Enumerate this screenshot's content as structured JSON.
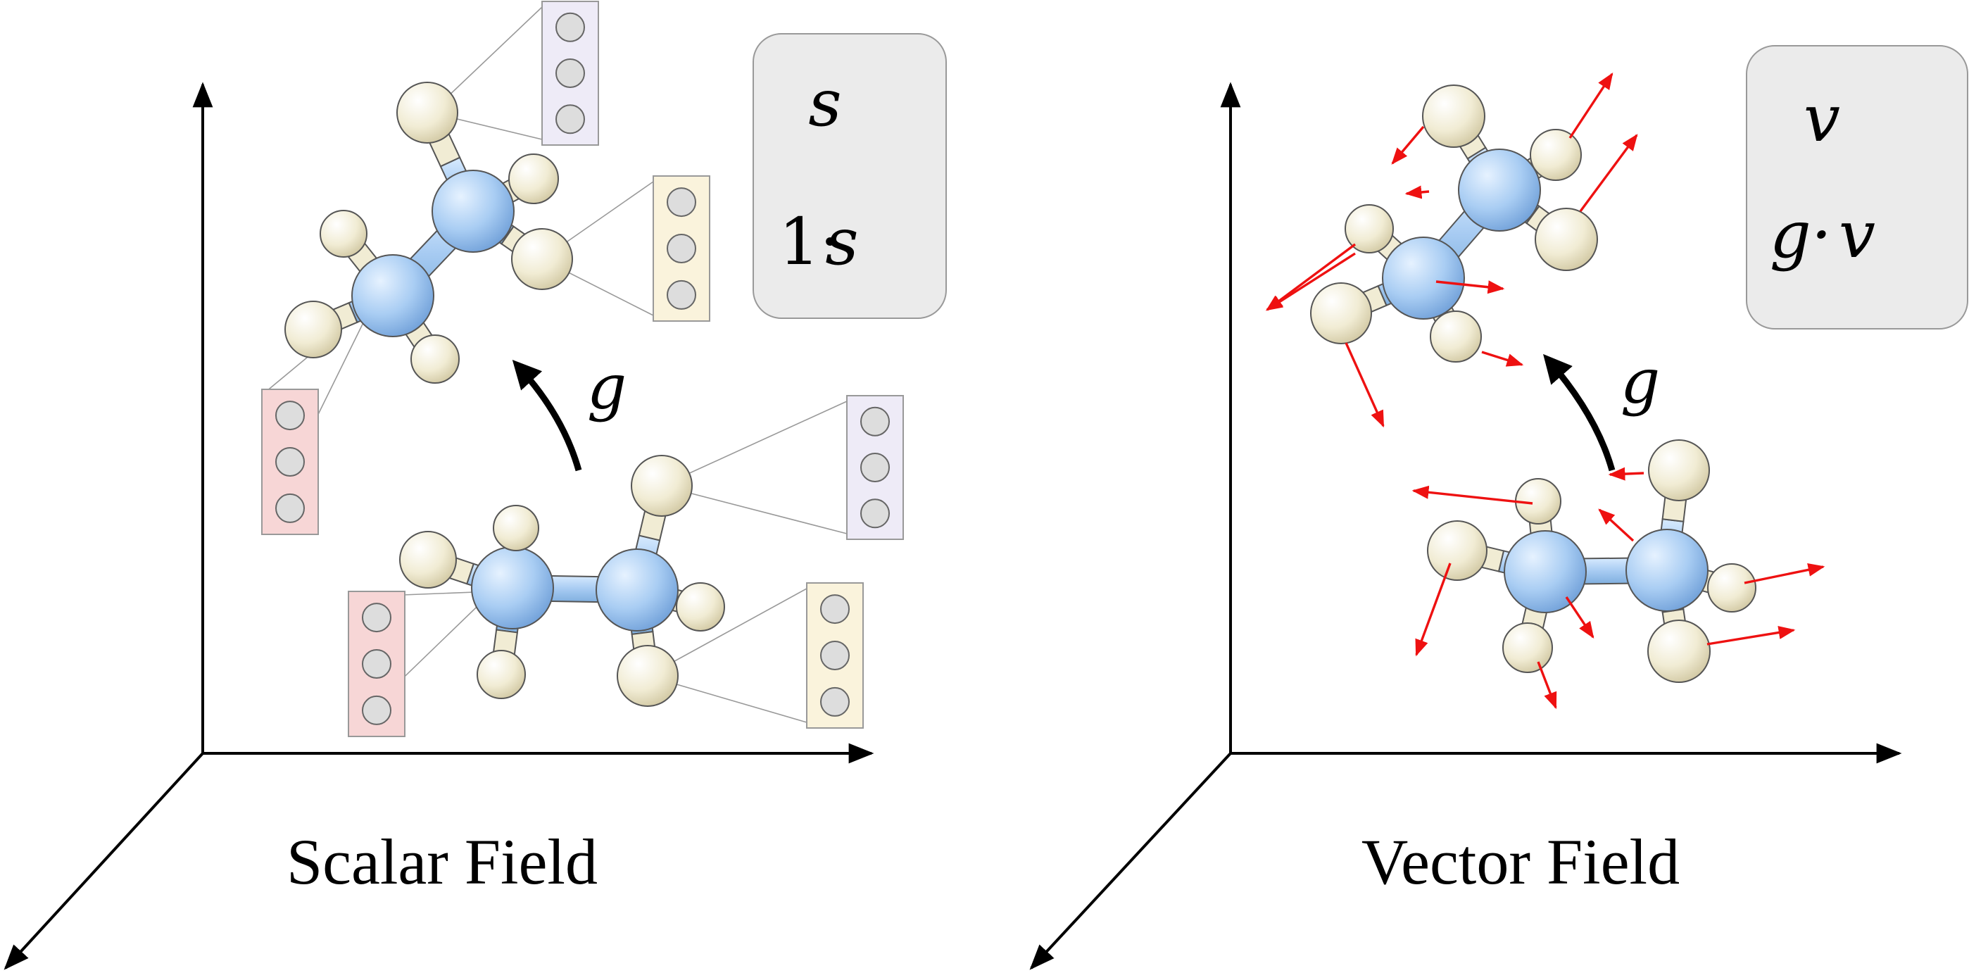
{
  "panels": [
    {
      "caption": "Scalar Field",
      "transform_label": "g",
      "legend": {
        "row1_symbol": "s",
        "row2_prefix": "1·",
        "row2_symbol": "s"
      }
    },
    {
      "caption": "Vector Field",
      "transform_label": "g",
      "legend": {
        "row1_symbol": "v",
        "row2_prefix": "g·",
        "row2_symbol": "v"
      }
    }
  ],
  "colors": {
    "carbon": "#a9cdf3",
    "carbon_dark": "#6b9fd6",
    "hydrogen": "#f1ecd4",
    "hydrogen_dark": "#c9c09a",
    "vector_arrow": "#ee1111",
    "legend_bg": "#ebebeb",
    "box_purple": "#eeebf7",
    "box_yellow": "#faf3dc",
    "box_red": "#f7d6d6",
    "feature_circle": "#dddddd"
  }
}
